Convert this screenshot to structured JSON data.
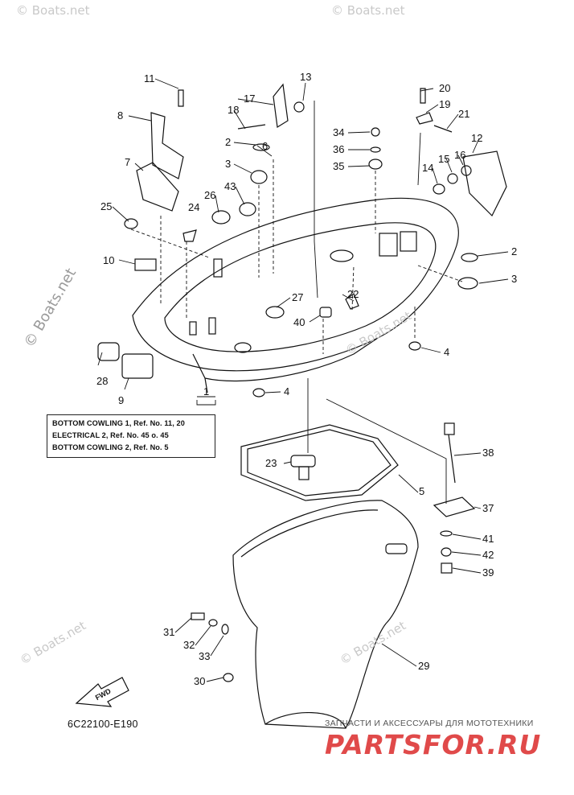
{
  "watermarks": {
    "top": "© Boats.net",
    "left": "© Boats.net",
    "center": "© Boats.net",
    "bottom_left": "© Boats.net",
    "bottom_right": "© Boats.net"
  },
  "callouts": [
    "1",
    "2",
    "3",
    "4",
    "5",
    "6",
    "7",
    "8",
    "9",
    "10",
    "11",
    "12",
    "13",
    "14",
    "15",
    "16",
    "17",
    "18",
    "19",
    "20",
    "21",
    "22",
    "23",
    "24",
    "25",
    "26",
    "27",
    "28",
    "29",
    "30",
    "31",
    "32",
    "33",
    "34",
    "35",
    "36",
    "37",
    "38",
    "39",
    "40",
    "41",
    "42",
    "43"
  ],
  "note": {
    "line1": "BOTTOM COWLING 1,  Ref. No. 11, 20",
    "line2": "ELECTRICAL 2,  Ref. No. 45  o. 45",
    "line3": "BOTTOM COWLING 2,  Ref. No. 5"
  },
  "fwd_label": "FWD",
  "diagram_code": "6C22100-E190",
  "banner": {
    "tagline": "ЗАПЧАСТИ И АКСЕССУАРЫ ДЛЯ МОТОТЕХНИКИ",
    "logo": "PARTSFOR.RU",
    "color": "#e04a4a"
  }
}
